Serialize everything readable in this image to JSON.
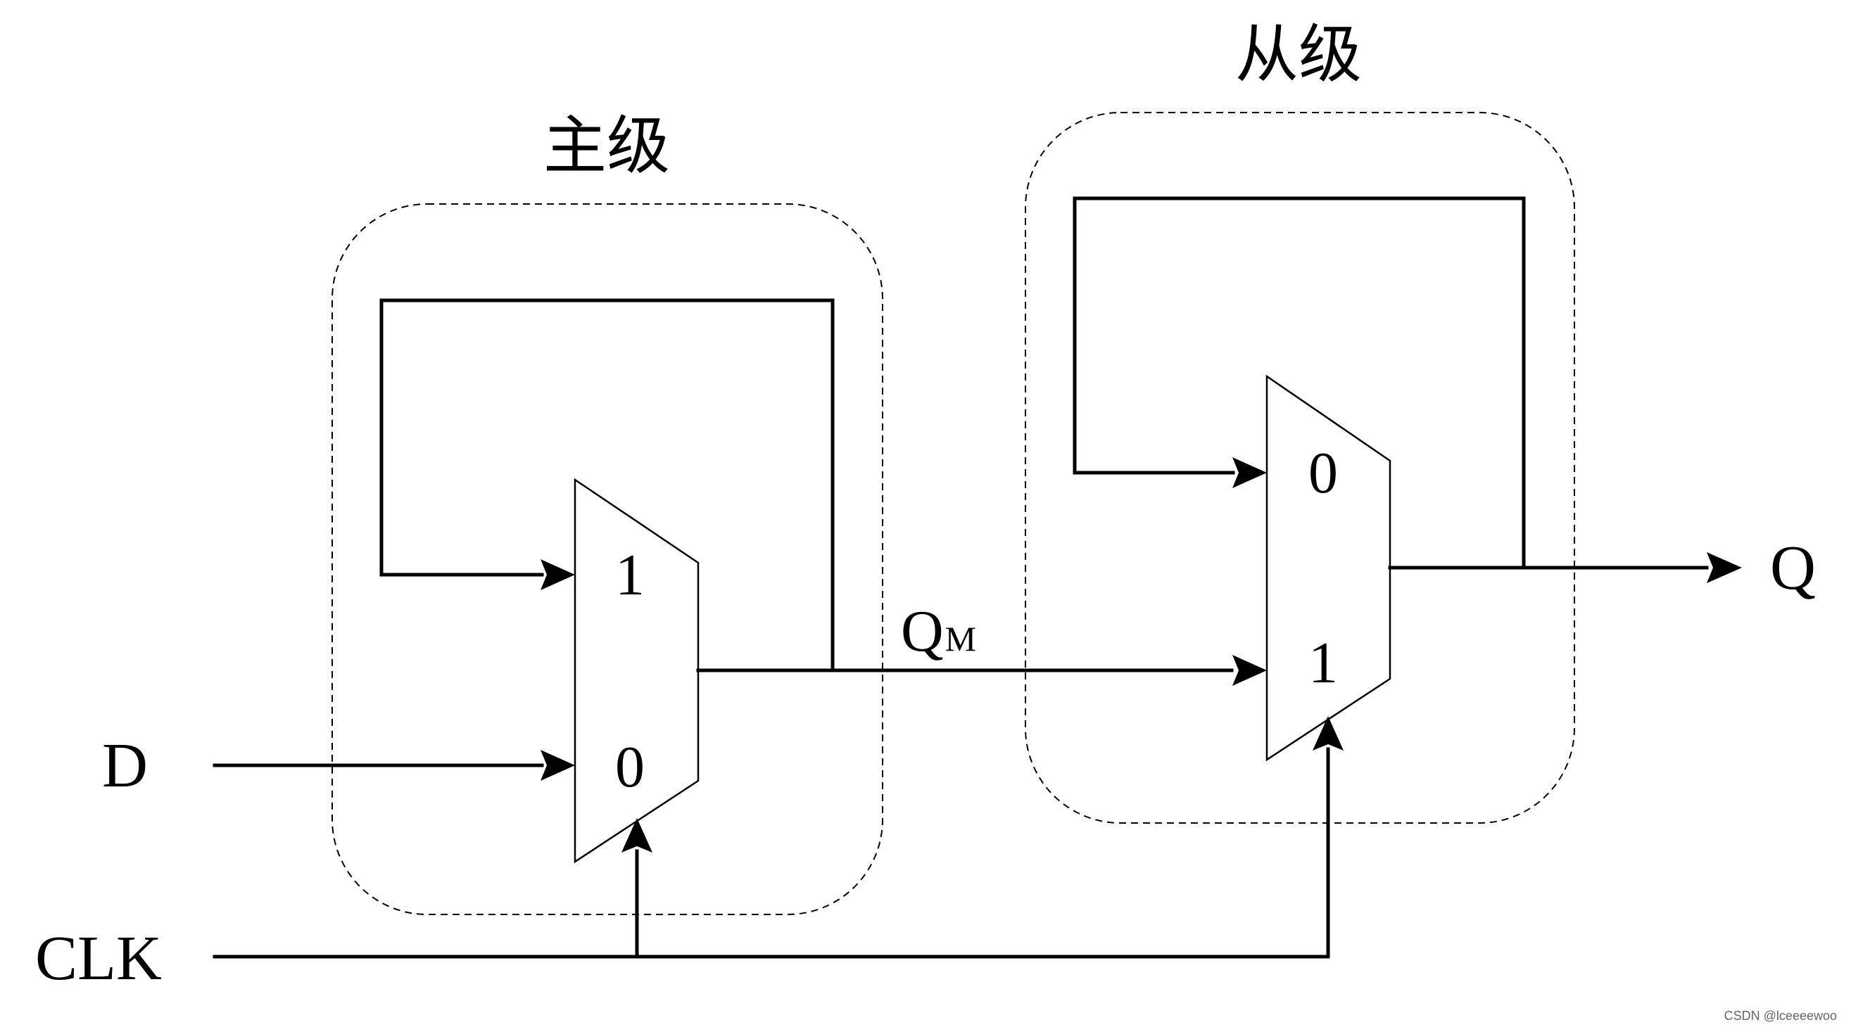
{
  "diagram": {
    "master_title": "主级",
    "slave_title": "从级",
    "input_d": "D",
    "input_clk": "CLK",
    "output_q": "Q",
    "qm_main": "Q",
    "qm_sub": "M",
    "master_mux": {
      "upper_input": "1",
      "lower_input": "0"
    },
    "slave_mux": {
      "upper_input": "0",
      "lower_input": "1"
    }
  },
  "watermark": "CSDN @lceeeewoo",
  "colors": {
    "line": "#000000",
    "background": "#ffffff"
  }
}
